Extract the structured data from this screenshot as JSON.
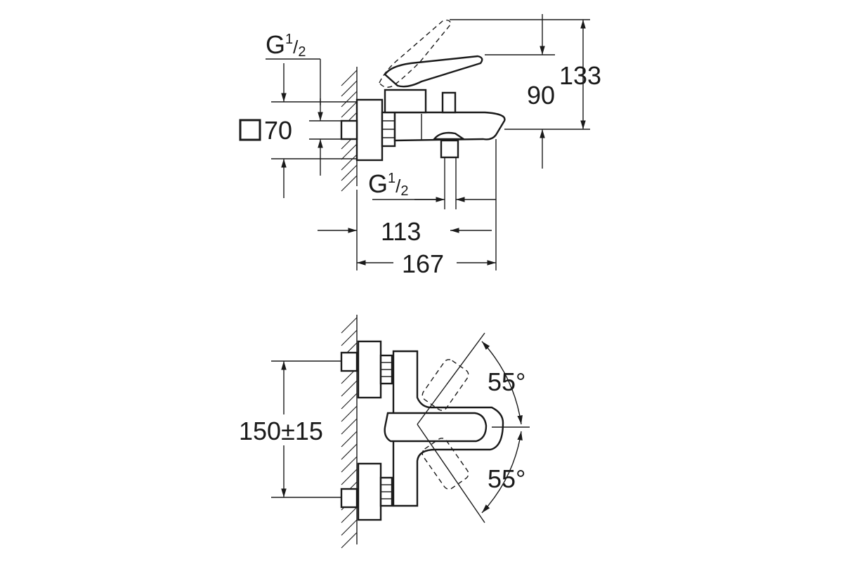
{
  "side_view": {
    "inlet_thread": {
      "main": "G",
      "num": "1",
      "slash": "/",
      "den": "2"
    },
    "spout_thread": {
      "main": "G",
      "num": "1",
      "slash": "/",
      "den": "2"
    },
    "rosette_size": "70",
    "dim_113": "113",
    "dim_167": "167",
    "dim_90": "90",
    "dim_133": "133"
  },
  "front_view": {
    "centers": "150±15",
    "angle_up": "55°",
    "angle_down": "55°"
  }
}
